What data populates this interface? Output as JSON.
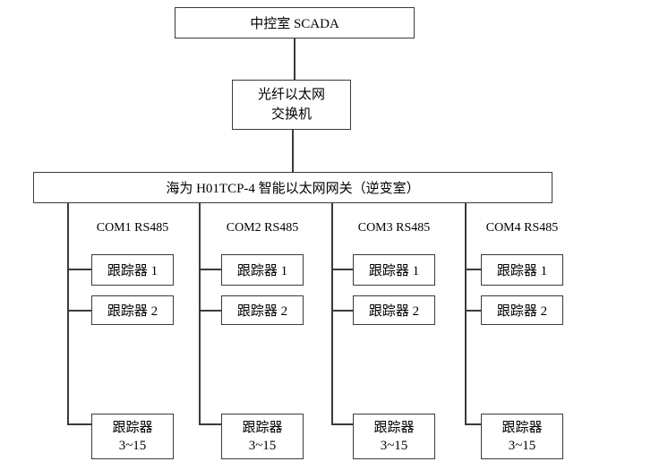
{
  "nodes": {
    "scada": {
      "label": "中控室 SCADA"
    },
    "switch": {
      "line1": "光纤以太网",
      "line2": "交换机"
    },
    "gateway": {
      "label": "海为 H01TCP-4 智能以太网网关（逆变室）"
    }
  },
  "columns": [
    {
      "port_label": "COM1 RS485",
      "trackers": [
        "跟踪器 1",
        "跟踪器 2"
      ],
      "range": {
        "line1": "跟踪器",
        "line2": "3~15"
      }
    },
    {
      "port_label": "COM2 RS485",
      "trackers": [
        "跟踪器 1",
        "跟踪器 2"
      ],
      "range": {
        "line1": "跟踪器",
        "line2": "3~15"
      }
    },
    {
      "port_label": "COM3 RS485",
      "trackers": [
        "跟踪器 1",
        "跟踪器 2"
      ],
      "range": {
        "line1": "跟踪器",
        "line2": "3~15"
      }
    },
    {
      "port_label": "COM4 RS485",
      "trackers": [
        "跟踪器 1",
        "跟踪器 2"
      ],
      "range": {
        "line1": "跟踪器",
        "line2": "3~15"
      }
    }
  ],
  "colors": {
    "line": "#3a3a3a",
    "text": "#000000",
    "background": "#ffffff"
  }
}
